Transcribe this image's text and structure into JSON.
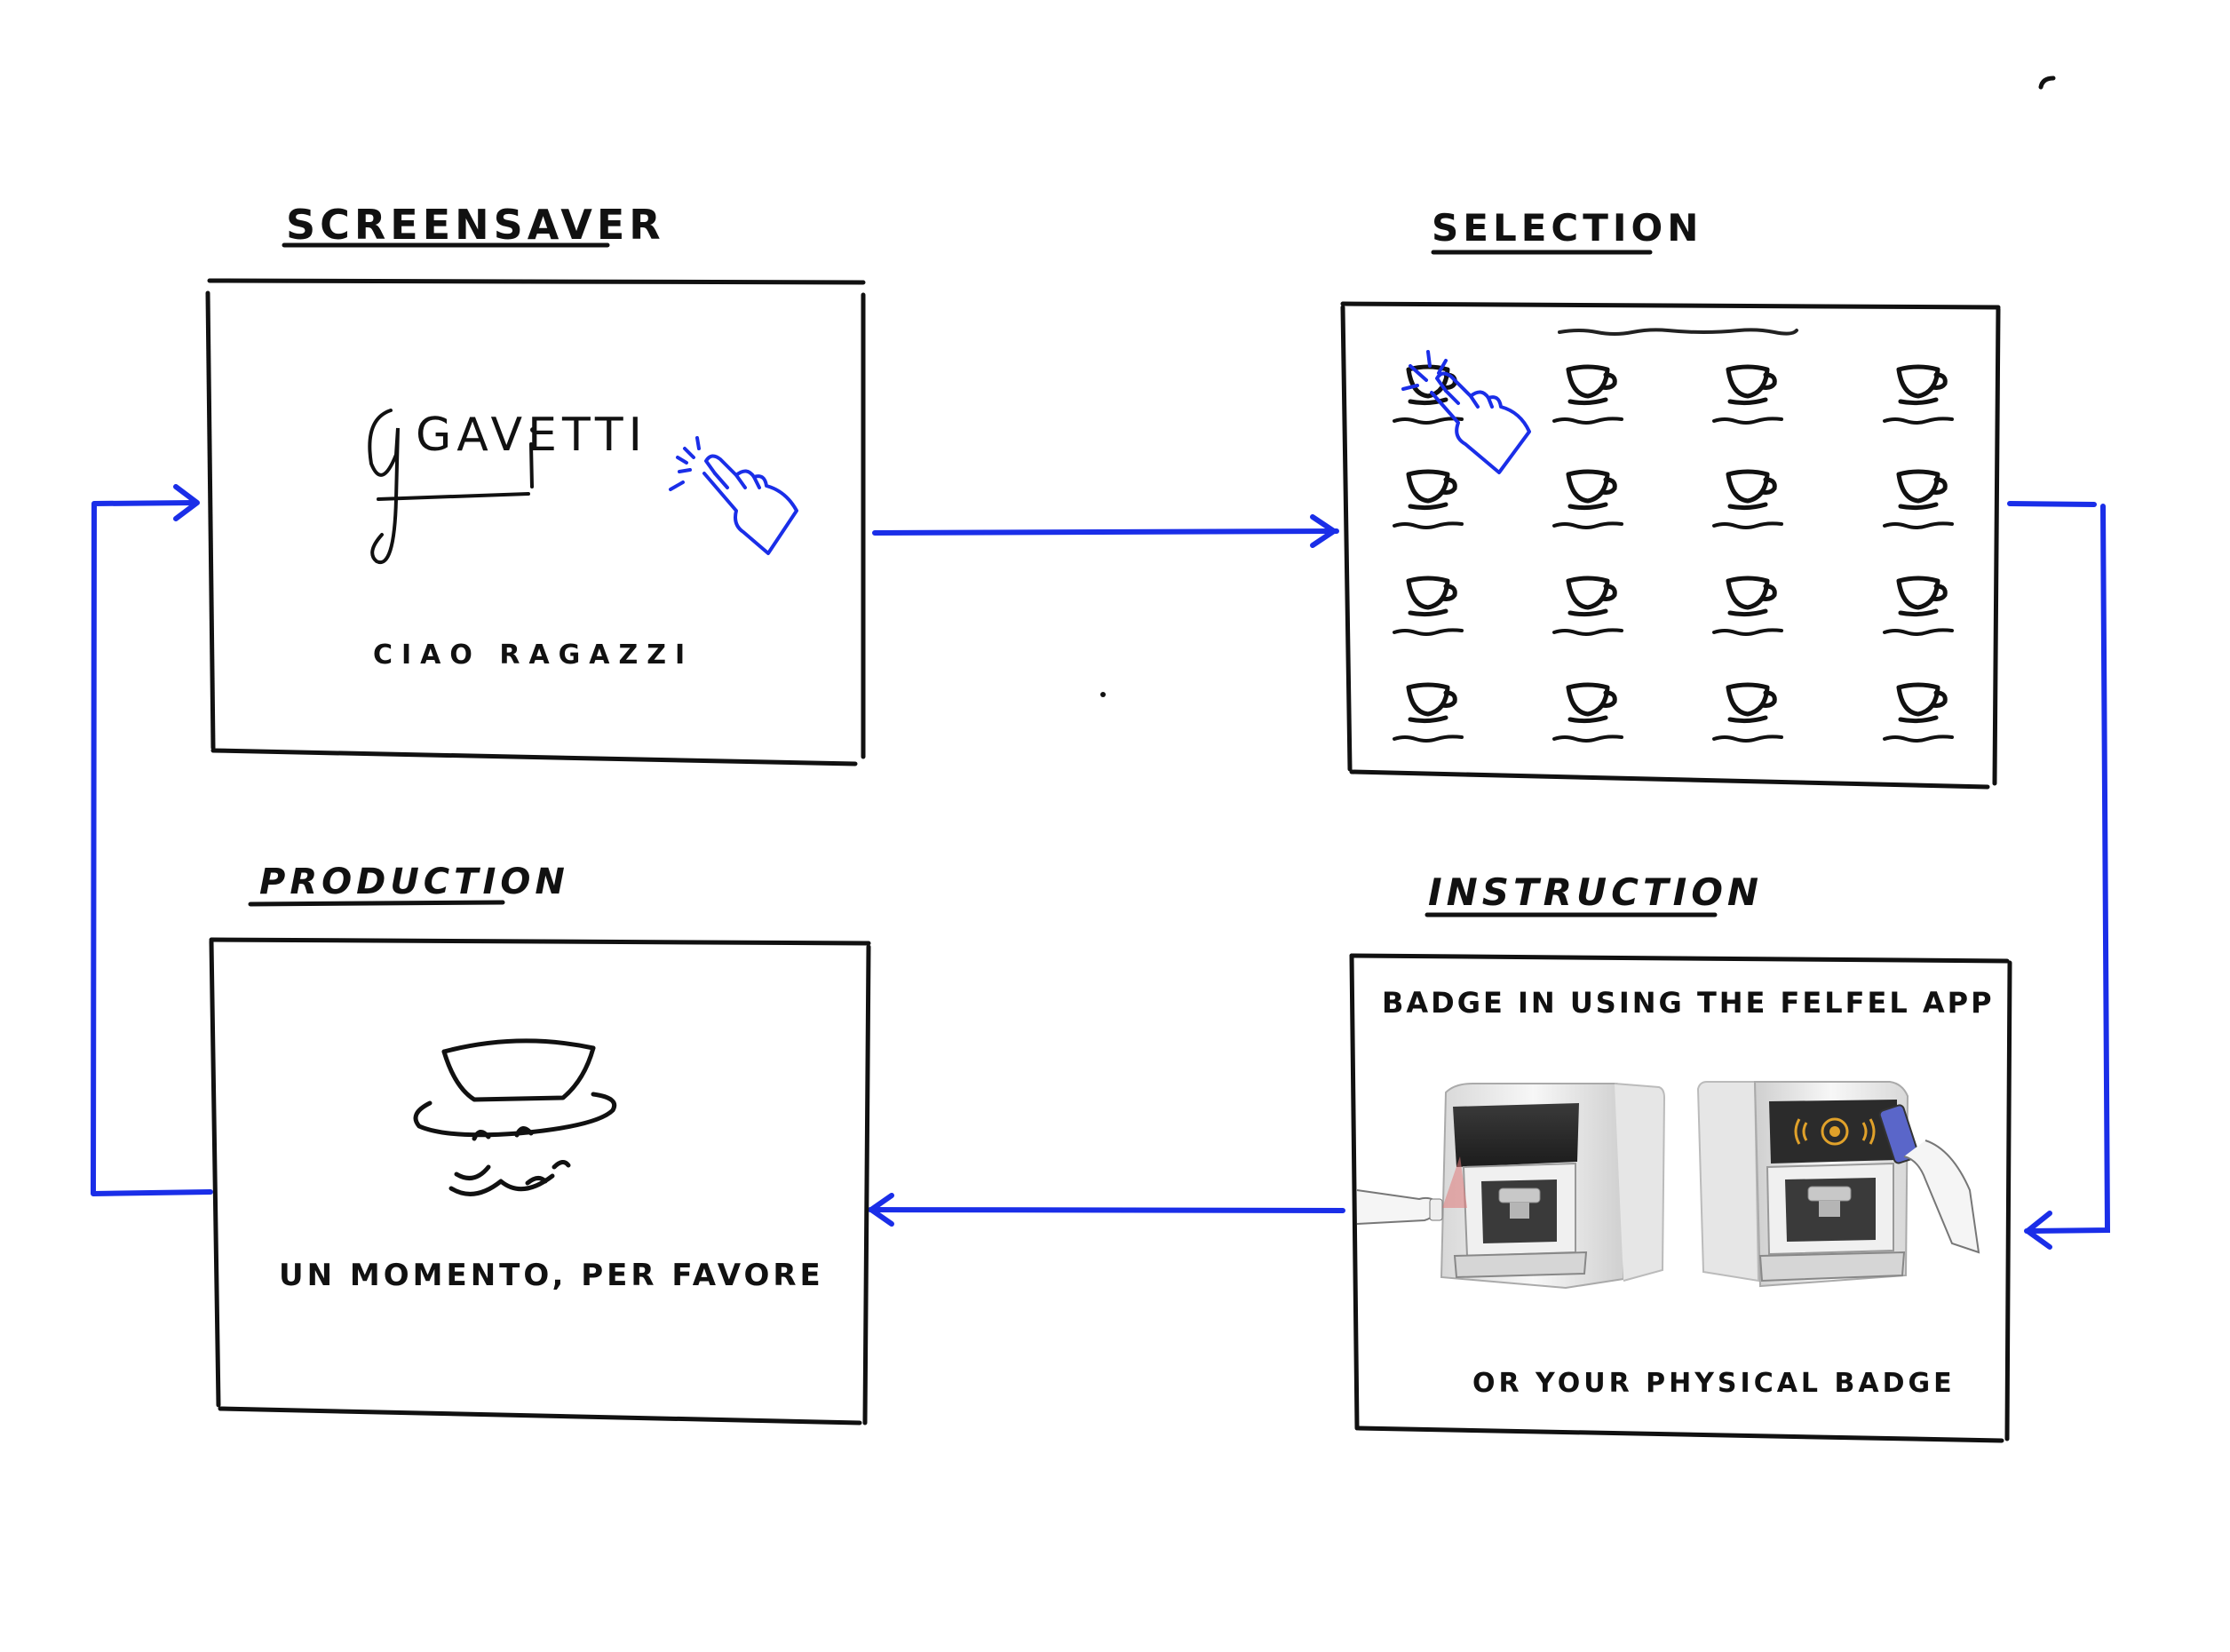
{
  "colors": {
    "ink": "#111111",
    "arrow": "#1a2ee8",
    "machine_light": "#eeeeee",
    "machine_dark": "#2b2b2b",
    "scanner_red": "#e07a7a",
    "nfc_orange": "#e0a12a",
    "phone_blue": "#5a66c9"
  },
  "screens": {
    "screensaver": {
      "heading": "SCREENSAVER",
      "logo": "gavetti",
      "greeting": "CIAO RAGAZZI",
      "icon": "tap-hand-icon"
    },
    "selection": {
      "heading": "SELECTION",
      "grid_rows": 4,
      "grid_cols": 4,
      "item_icon": "coffee-cup-icon",
      "selected_index": 0
    },
    "instruction": {
      "heading": "INSTRUCTION",
      "line1": "BADGE IN USING THE FELFEL APP",
      "line2": "OR YOUR PHYSICAL BADGE",
      "images": [
        "coffee-machine-badge-scan",
        "coffee-machine-phone-nfc"
      ]
    },
    "production": {
      "heading": "PRODUCTION",
      "message": "UN MOMENTO, PER FAVORE",
      "icon": "cup-hat-face-icon"
    }
  },
  "flow": [
    {
      "from": "SCREENSAVER",
      "to": "SELECTION"
    },
    {
      "from": "SELECTION",
      "to": "INSTRUCTION"
    },
    {
      "from": "INSTRUCTION",
      "to": "PRODUCTION"
    },
    {
      "from": "PRODUCTION",
      "to": "SCREENSAVER"
    }
  ]
}
